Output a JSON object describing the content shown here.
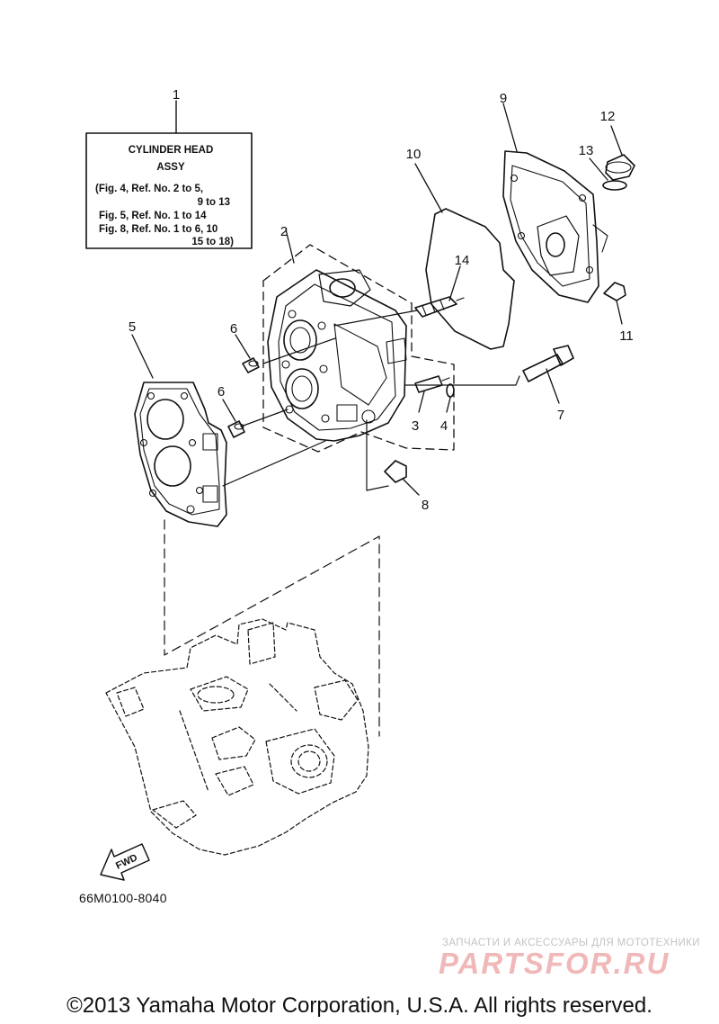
{
  "info_box": {
    "lines": [
      "CYLINDER HEAD",
      "ASSY",
      "(Fig. 4, Ref. No. 2 to 5,",
      "9 to 13",
      "Fig. 5, Ref. No. 1 to 14",
      "Fig. 8, Ref. No. 1 to 6, 10",
      "15 to 18)"
    ]
  },
  "callouts": {
    "c1": "1",
    "c2": "2",
    "c3": "3",
    "c4": "4",
    "c5": "5",
    "c6a": "6",
    "c6b": "6",
    "c7": "7",
    "c8": "8",
    "c9": "9",
    "c10": "10",
    "c11": "11",
    "c12": "12",
    "c13": "13",
    "c14": "14"
  },
  "fwd_label": "FWD",
  "part_code": "66M0100-8040",
  "watermark": {
    "tagline": "ЗАПЧАСТИ И АКСЕССУАРЫ ДЛЯ МОТОТЕХНИКИ",
    "logo": "PARTSFOR.RU"
  },
  "copyright": "©2013 Yamaha Motor Corporation, U.S.A. All rights reserved."
}
